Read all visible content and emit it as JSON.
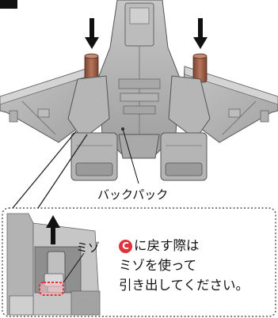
{
  "labels": {
    "backpack": "バックパック",
    "groove": "ミゾ"
  },
  "instruction": {
    "step_ref": "C",
    "line1_suffix": "に戻す際は",
    "line2": "ミゾを使って",
    "line3": "引き出してください。"
  },
  "colors": {
    "part_gray": "#b9b9b9",
    "part_dark": "#8f8f8f",
    "accent_red": "#e0323a",
    "joint_brown": "#a0634a"
  },
  "icons": [
    "arrow-down-icon",
    "arrow-down-icon",
    "arrow-up-icon"
  ]
}
